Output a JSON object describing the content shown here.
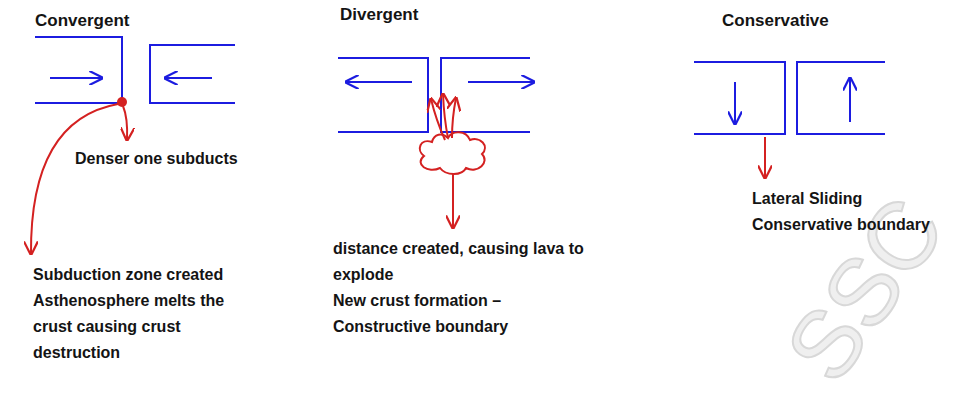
{
  "diagram": {
    "labels": [
      "Convergent",
      "Divergent",
      "Conservative",
      "Denser one subducts",
      "Lateral Sliding",
      "Conservative boundary",
      "Subduction zone created",
      "Asthenosphere melts the crust causing crust destruction",
      "distance created, causing lava to explode",
      "New crust formation – Constructive boundary",
      "SSC"
    ]
  }
}
